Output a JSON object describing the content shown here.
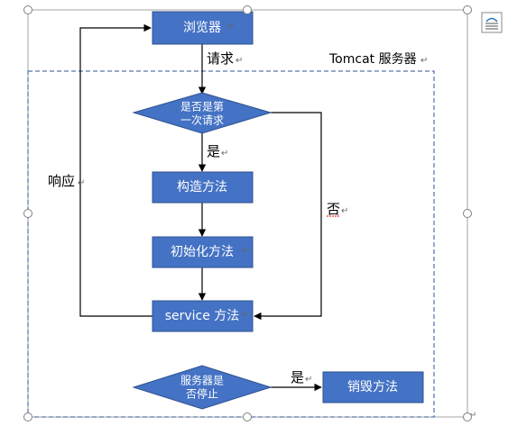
{
  "diagram": {
    "nodes": {
      "browser": "浏览器",
      "first_request": [
        "是否是第",
        "一次请求"
      ],
      "constructor": "构造方法",
      "init": "初始化方法",
      "service": "service 方法",
      "server_stopped": [
        "服务器是",
        "否停止"
      ],
      "destroy": "销毁方法"
    },
    "labels": {
      "request": "请求",
      "response": "响应",
      "yes_1": "是",
      "no": "否",
      "yes_2": "是",
      "tomcat": "Tomcat 服务器"
    },
    "colors": {
      "node_fill": "#4472C4",
      "node_stroke": "#2F528F",
      "container_dash": "#2E5597",
      "frame": "#a6a6a6",
      "handle": "#7f7f7f"
    },
    "icons": {
      "layout_options": "layout-options-icon",
      "return_mark": "paragraph-return-mark"
    }
  }
}
